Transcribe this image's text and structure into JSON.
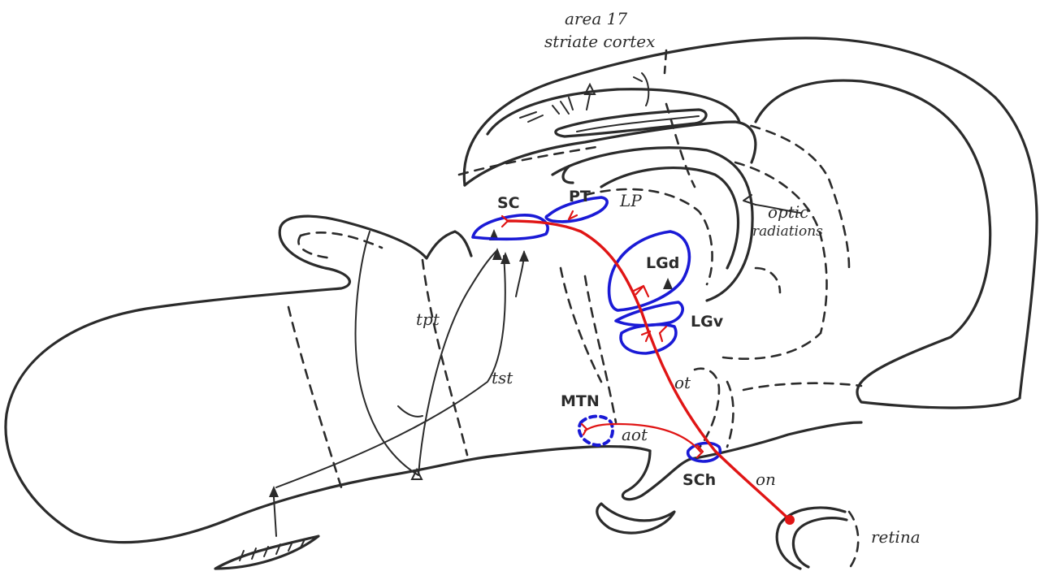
{
  "colors": {
    "ink": "#2b2b2b",
    "blue": "#1a1ad6",
    "red": "#e01515"
  },
  "labels": {
    "area17": "area 17",
    "striate_cortex": "striate cortex",
    "sc": "SC",
    "pt": "PT",
    "lp": "LP",
    "optic_radiations_1": "optic",
    "optic_radiations_2": "radiations",
    "lgd": "LGd",
    "lgv": "LGv",
    "tpt": "tpt",
    "tst": "tst",
    "mtn": "MTN",
    "aot": "aot",
    "ot": "ot",
    "sch": "SCh",
    "on": "on",
    "retina": "retina"
  }
}
